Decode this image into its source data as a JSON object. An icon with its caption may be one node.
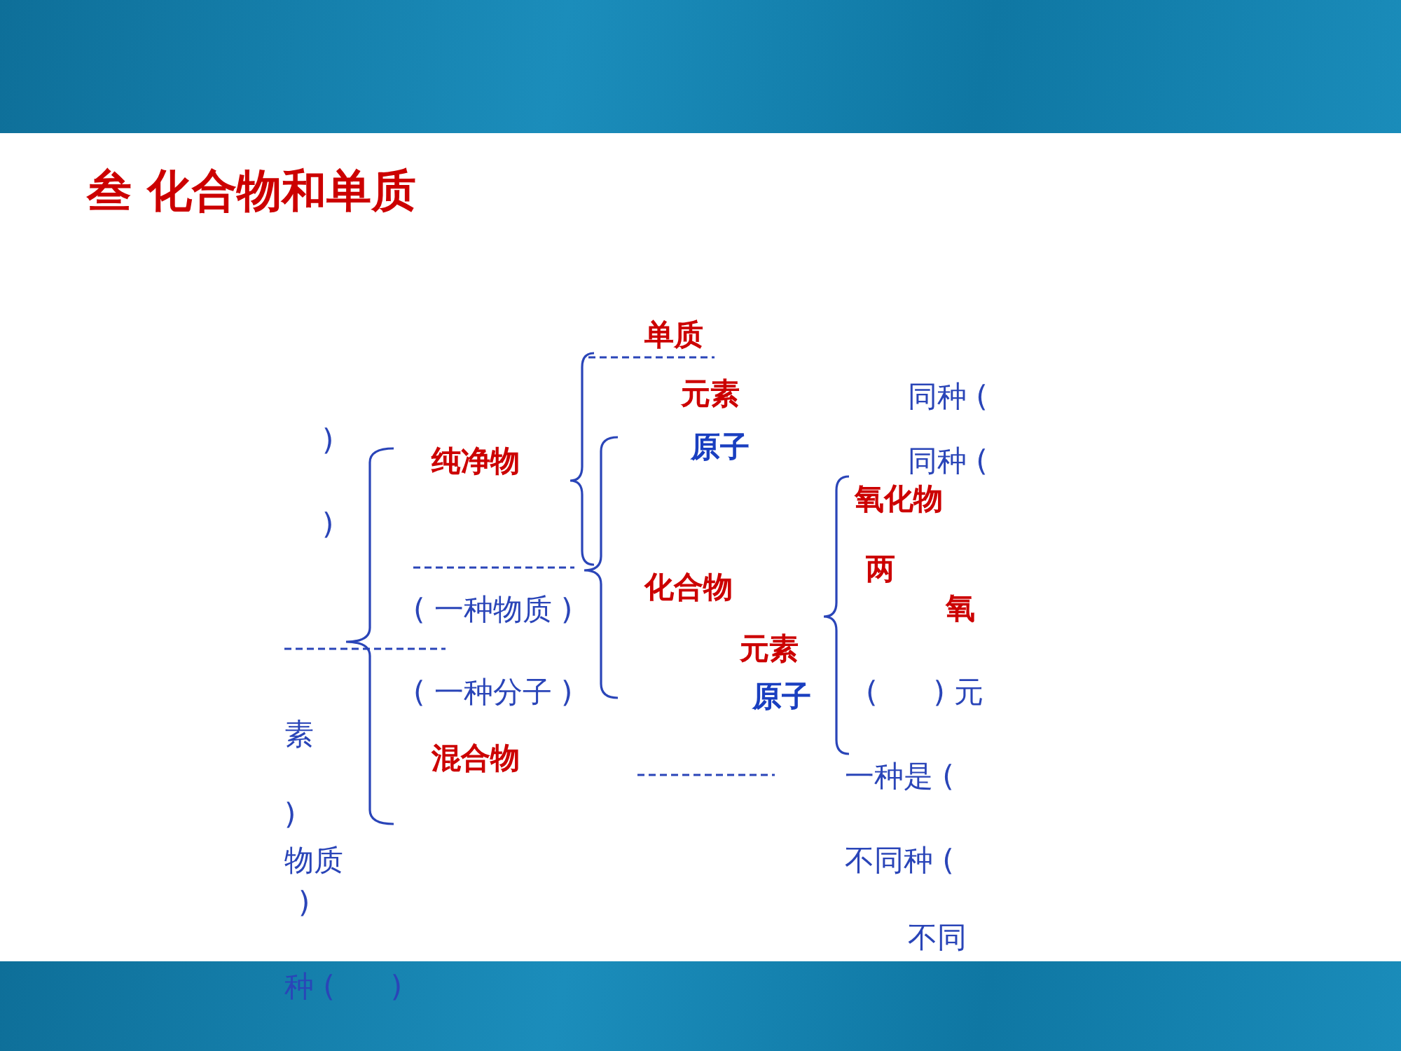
{
  "diagram": {
    "title": "叁 化合物和单质",
    "labels": [
      "单质",
      "元素",
      "同种 (",
      ")",
      "原子",
      "纯净物",
      "同种 (",
      "氧化物",
      ")",
      "两",
      "化合物",
      "( 一种物质 )",
      "氧",
      "元素",
      "( 一种分子 )",
      "原子",
      "(      ) 元",
      "素",
      "混合物",
      "一种是 (",
      ")",
      "物质",
      "不同种 (",
      ")",
      "不同",
      "种 (      )"
    ]
  }
}
